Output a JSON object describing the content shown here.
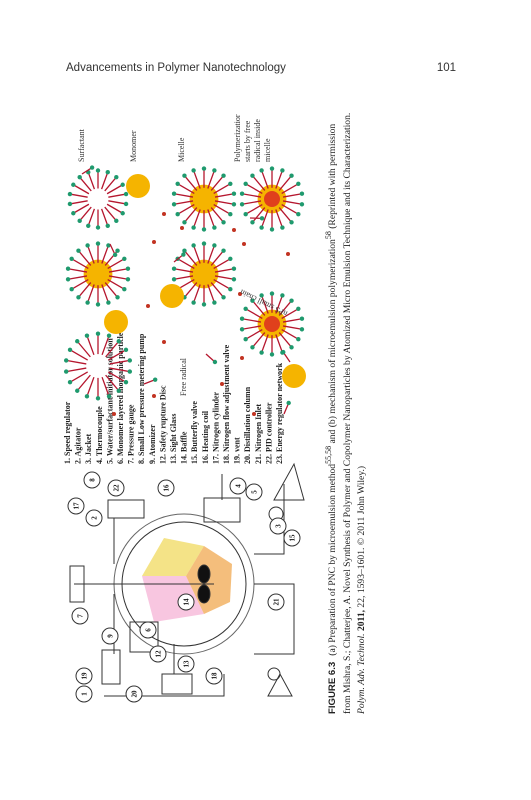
{
  "header": {
    "title": "Advancements in Polymer Nanotechnology",
    "page_number": "101"
  },
  "figure_a": {
    "legend": [
      "1. Speed regulator",
      "2. Agitator",
      "3. Jacket",
      "4. Thermocouple",
      "5. Water/surfactant/initiator solution",
      "6. Monomer layered inorganic particle",
      "7. Pressure gauge",
      "8. Small Low pressure metering pump",
      "9. Atomizer",
      "12. Safety rupture Disc",
      "13. Sight Glass",
      "14. Baffle",
      "15. Butterfly valve",
      "16. Heating coil",
      "17. Nitrogen cylinder",
      "18. Nitrogen flow adjustment valve",
      "19. vent",
      "20. Distillation column",
      "21. Nitrogen Inlet",
      "22. PID controller",
      "23. Energy regulator network"
    ],
    "callouts": [
      "1",
      "19",
      "20",
      "7",
      "9",
      "6",
      "12",
      "18",
      "13",
      "14",
      "21",
      "3",
      "15",
      "5",
      "4",
      "16",
      "22",
      "17",
      "8",
      "2"
    ]
  },
  "figure_b": {
    "labels": {
      "surfactant": "Surfactant",
      "monomer": "Monomer",
      "micelle": "Micelle",
      "free_radical": "Free radical",
      "polymerization": [
        "Polymerizatior",
        "starts by free",
        "radical inside",
        "micelle"
      ],
      "nps": "nPS small chain"
    }
  },
  "caption": {
    "label": "FIGURE 6.3",
    "t1": "(a) Preparation of PNC by microemulsion method",
    "ref1": "55,58",
    "t2": " and (b) mechanism of microemulsion polymerization",
    "ref2": "58",
    "t3": " (Reprinted with permission from Mishra, S.; Chatterjee, A. Novel Synthesis of Polymer and Copolymer Nanoparticles by Atomized Micro Emulsion Technique and its Characterization. ",
    "journal": "Polym. Adv. Technol.",
    "year": " 2011,",
    "t4": " 22, 1593–1601. © 2011 John Wiley.)"
  },
  "colors": {
    "micelle_core": "#f5b400",
    "micelle_core_hot": "#e0401c",
    "surfactant_head": "#b5162e",
    "surfactant_tail": "#1f9a6e"
  }
}
